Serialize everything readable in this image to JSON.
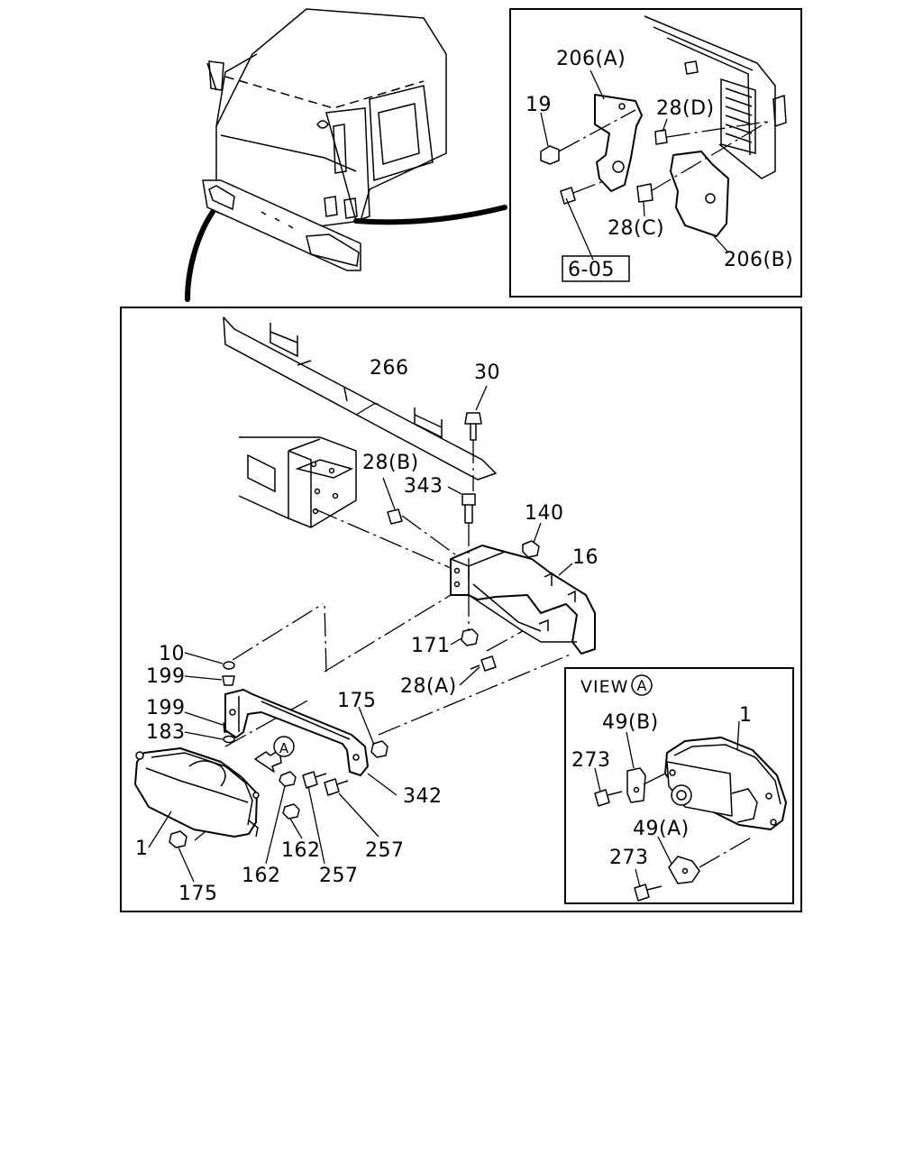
{
  "frames": {
    "inset_top": "",
    "main": "",
    "view_a": "VIEW"
  },
  "view_circle_letter": "A",
  "direction_marker_letter": "A",
  "labels": {
    "l206A": "206(A)",
    "l19": "19",
    "l28D": "28(D)",
    "l28C": "28(C)",
    "l605": "6-05",
    "l206B": "206(B)",
    "l266": "266",
    "l30": "30",
    "l28B": "28(B)",
    "l343": "343",
    "l140": "140",
    "l16": "16",
    "l171": "171",
    "l28A": "28(A)",
    "l10": "10",
    "l199a": "199",
    "l199b": "199",
    "l183": "183",
    "l175a": "175",
    "l342": "342",
    "l1a": "1",
    "l162a": "162",
    "l257a": "257",
    "l162b": "162",
    "l257b": "257",
    "l175b": "175",
    "l1b": "1",
    "l49B": "49(B)",
    "l273a": "273",
    "l49A": "49(A)",
    "l273b": "273"
  },
  "icons": [
    "truck-cab-illustration",
    "bracket-part",
    "bolt-part",
    "nut-part",
    "fog-lamp-part",
    "direction-arrow-icon"
  ]
}
